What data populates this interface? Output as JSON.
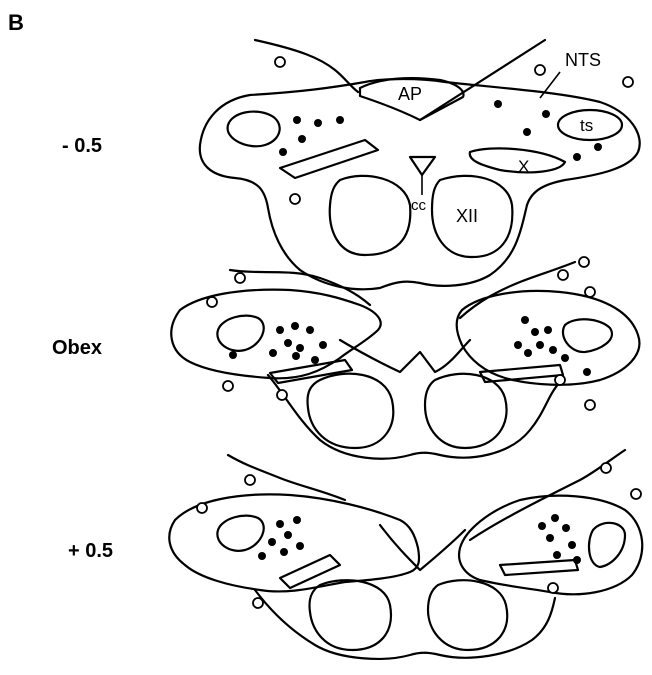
{
  "panel_letter": "B",
  "sections": [
    {
      "level_label": "- 0.5"
    },
    {
      "level_label": "Obex"
    },
    {
      "level_label": "+ 0.5"
    }
  ],
  "structure_labels": {
    "ap": "AP",
    "nts": "NTS",
    "ts": "ts",
    "x": "X",
    "cc": "cc",
    "xii": "XII"
  },
  "marker_colors": {
    "filled": "#000000",
    "open": "#ffffff"
  }
}
